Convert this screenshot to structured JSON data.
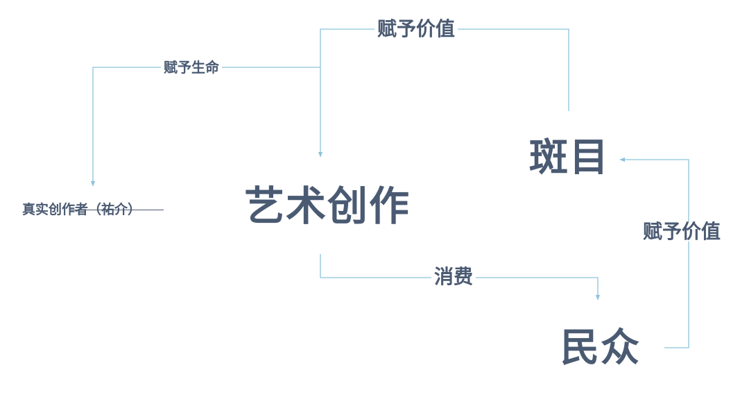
{
  "nodes": {
    "art": "艺术创作",
    "banmu": "斑目",
    "people": "民众",
    "creator": "真实创作者（祐介）"
  },
  "edges": {
    "value_top": "赋予价值",
    "life": "赋予生命",
    "consume": "消费",
    "value_right": "赋予价值"
  },
  "colors": {
    "line": "#8cc3dc",
    "text": "#4a5a72"
  }
}
